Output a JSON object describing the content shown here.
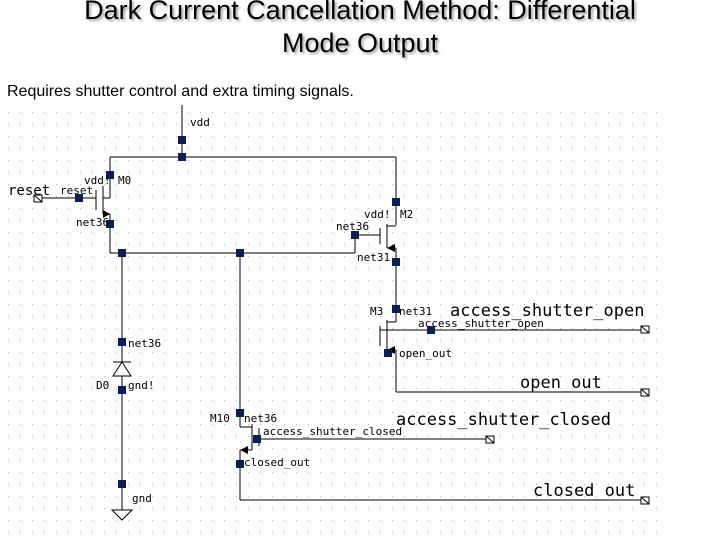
{
  "slide": {
    "title_line1": "Dark Current Cancellation Method: Differential",
    "title_line2": "Mode Output",
    "subtitle": "Requires shutter control and extra timing signals."
  },
  "schematic": {
    "labels": {
      "vdd": "vdd",
      "reset_pin": "reset",
      "reset_gate": "reset",
      "vdd_m0": "vdd!",
      "m0": "M0",
      "net36_a": "net36",
      "vdd_m2": "vdd!",
      "m2": "M2",
      "net36_b": "net36",
      "net31_a": "net31",
      "m3": "M3",
      "net31_b": "net31",
      "access_open_gate": "access_shutter_open",
      "open_out_small": "open_out",
      "net36_c": "net36",
      "d0": "D0",
      "gnd_d0": "gnd!",
      "m10": "M10",
      "net36_d": "net36",
      "access_closed_gate": "access_shutter_closed",
      "closed_out_small": "closed_out",
      "gnd_bottom": "gnd"
    },
    "pins": {
      "access_shutter_open": "access_shutter_open",
      "open_out": "open_out",
      "access_shutter_closed": "access_shutter_closed",
      "closed_out": "closed_out"
    },
    "colors": {
      "wire": "#000000",
      "node": "#0b1f55",
      "grid_dot": "#b5b5b5"
    }
  }
}
